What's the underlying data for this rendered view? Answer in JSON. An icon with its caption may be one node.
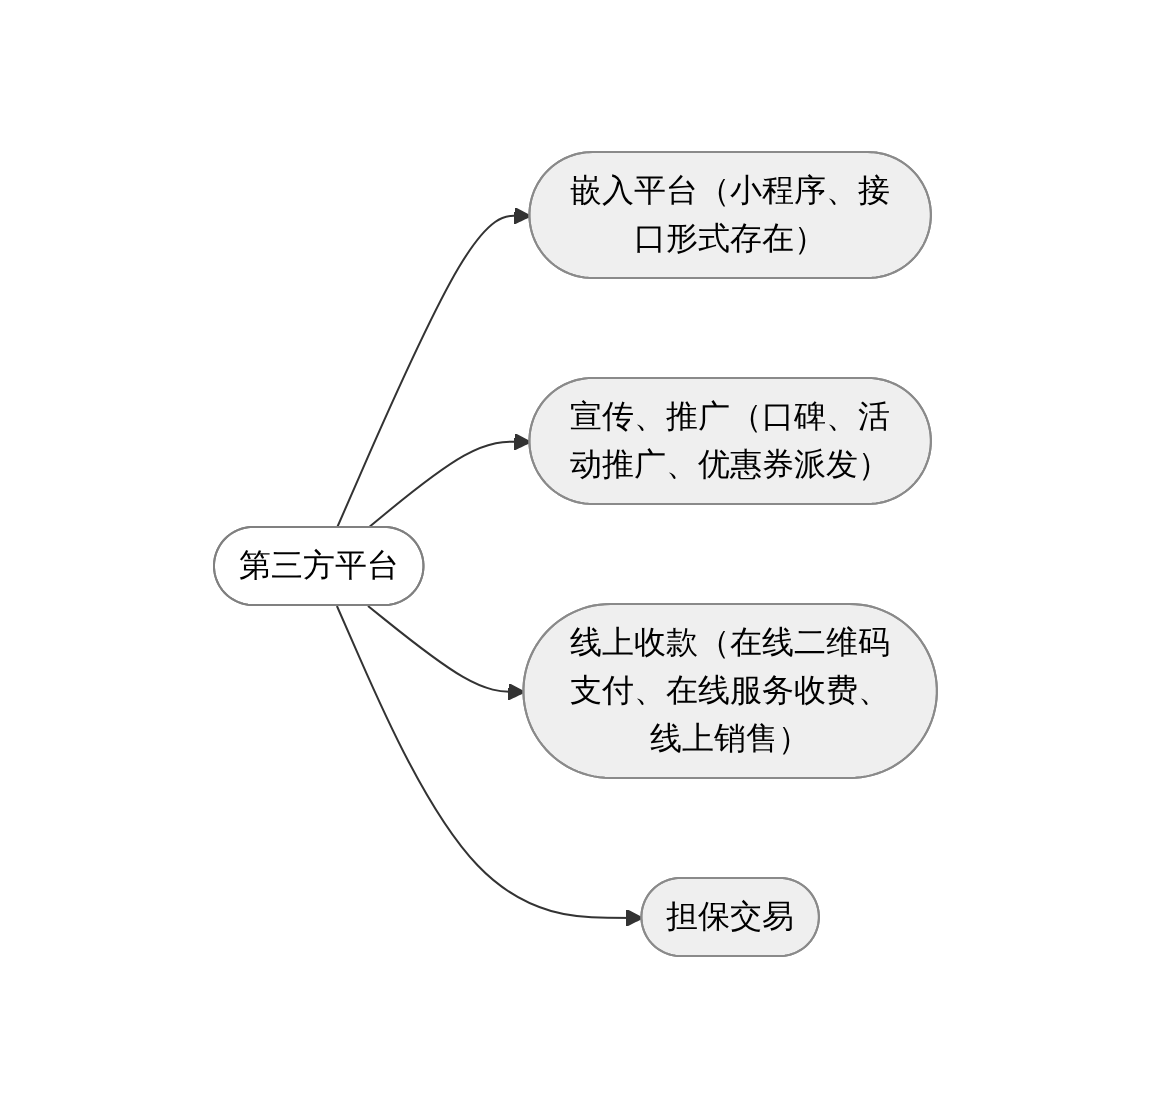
{
  "diagram": {
    "nodes": [
      {
        "text": [
          "第三方平台"
        ]
      },
      {
        "text": [
          "嵌入平台（小程序、接口形式存在）"
        ]
      },
      {
        "text": [
          "宣传、推广（口碑、活动推广、优惠券派发）"
        ]
      },
      {
        "text": [
          "线上收款（在线二维码支付、在线服务收费、线上销售）"
        ]
      },
      {
        "text": [
          "担保交易"
        ]
      }
    ],
    "edges": [
      {
        "from": 0,
        "to": 1,
        "arrow": "to"
      },
      {
        "from": 0,
        "to": 2,
        "arrow": "to"
      },
      {
        "from": 0,
        "to": 3,
        "arrow": "to"
      },
      {
        "from": 0,
        "to": 4,
        "arrow": "to"
      }
    ]
  }
}
